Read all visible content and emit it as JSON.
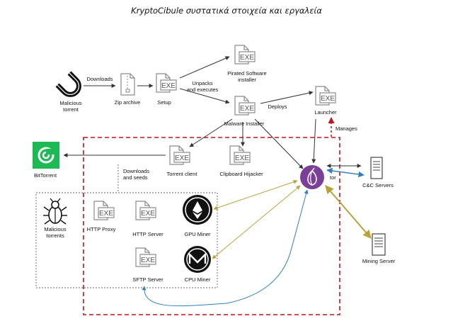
{
  "title": "KryptoCibule συστατικά στοιχεία και εργαλεία",
  "exe_text": "EXE",
  "nodes": {
    "malicious_torrent": [
      "Malicious",
      "torrent"
    ],
    "zip_archive": "Zip archive",
    "setup": "Setup",
    "pirated_installer": [
      "Pirated Software",
      "installer"
    ],
    "malware_installer": "Malware Installer",
    "launcher": "Launcher",
    "bittorrent": "BitTorrent",
    "torrent_client": "Torrent client",
    "clipboard_hijacker": "Clipboard Hijacker",
    "tor": "tor",
    "cc_servers": "C&C Servers",
    "malicious_torrents": [
      "Malicious",
      "torrents"
    ],
    "http_proxy": "HTTP Proxy",
    "http_server": "HTTP Server",
    "gpu_miner": "GPU Miner",
    "sftp_server": "SFTP Server",
    "cpu_miner": "CPU Miner",
    "mining_server": "Mining Server"
  },
  "edges": {
    "downloads": "Downloads",
    "unpacks": [
      "Unpacks",
      "and executes"
    ],
    "deploys": "Deploys",
    "manages": "Manages",
    "downloads_seeds": [
      "Downloads",
      "and seeds"
    ]
  },
  "colors": {
    "arrow": "#333333",
    "dashed_box": "#c0131b",
    "bittorrent_green": "#1db954",
    "tor_purple": "#7b3f98",
    "blue_link": "#2f7fc1",
    "gold_link": "#b8a23a",
    "icon_outline": "#8a8a8a"
  },
  "icons": {
    "magnet": "magnet-icon",
    "zip": "zip-file-icon",
    "exe": "exe-file-icon",
    "bittorrent": "bittorrent-logo",
    "tor": "tor-onion-icon",
    "server": "server-icon",
    "bug": "bug-icon",
    "ethereum": "ethereum-icon",
    "monero": "monero-icon"
  }
}
